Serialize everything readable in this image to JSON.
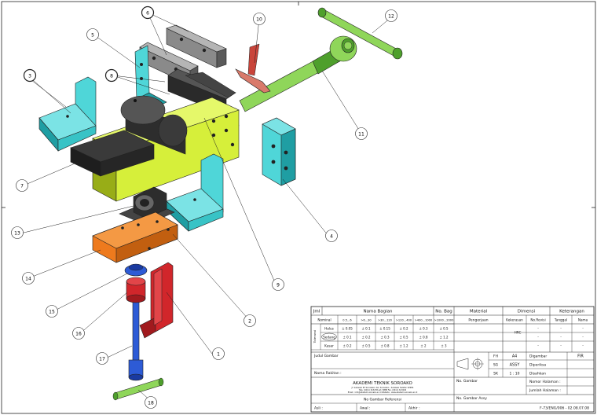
{
  "drawing": {
    "balloons": [
      "1",
      "2",
      "3",
      "4",
      "5",
      "6",
      "7",
      "8",
      "9",
      "10",
      "11",
      "12",
      "13",
      "14",
      "15",
      "16",
      "17",
      "18"
    ]
  },
  "title_block": {
    "jml": "Jml",
    "nama_bagian": "Nama Bagian",
    "no_bag": "No. Bag",
    "material": "Material",
    "dimensi": "Dimensi",
    "keterangan": "Keterangan",
    "tolerance_header": "Nominal",
    "tolerance_ranges": [
      "0.5...6",
      ">6...30",
      ">30...120",
      ">120...400",
      ">400...1000",
      ">1000...2000"
    ],
    "tolerance_label": "Toleransi",
    "tolerance_rows": [
      {
        "grade": "Halus",
        "values": [
          "± 0.05",
          "± 0.1",
          "± 0.15",
          "± 0.2",
          "± 0.3",
          "± 0.5"
        ]
      },
      {
        "grade": "Sedang",
        "values": [
          "± 0.1",
          "± 0.2",
          "± 0.3",
          "± 0.5",
          "± 0.8",
          "± 1.2"
        ]
      },
      {
        "grade": "Kasar",
        "values": [
          "± 0.2",
          "± 0.5",
          "± 0.8",
          "± 1.2",
          "± 2",
          "± 3"
        ]
      }
    ],
    "pengerjaan": "Pengerjaan",
    "kekerasan": "Kekerasan",
    "hrc": "HRC",
    "no_revisi": "No.Revisi",
    "tanggal": "Tanggal",
    "nama": "Nama",
    "dash": "-",
    "judul_gambar": "Judul Gambar",
    "digambar": "Digambar",
    "diperiksa": "Diperiksa",
    "disahkan": "Disahkan",
    "fir": "FIR",
    "fh": "FH",
    "fh_val": "A4",
    "sg": "SG",
    "sg_val": "ASSY",
    "sk": "SK",
    "sk_val": "1 : 10",
    "nama_rakitan": "Nama Rakitan :",
    "institution": "AKADEMI TEKNIK SOROAKO",
    "address_1": "Jl. Sulawesi 95 Sorowako, Kel. Sorowako - Sulawesi Selatan 92984",
    "address_2": "Telp. (0411) 613238 ext. 8888    Fax. (0411) 613240",
    "address_3": "Email : info@akademi-soroako.ac.id   Website : www.akademi-soroako.ac.id",
    "no_gambar": "No. Gambar",
    "nomor_halaman": "Nomor Halaman :",
    "jumlah_halaman": "Jumlah Halaman :",
    "no_gambar_referensi": "No Gambar Referensi",
    "no_gambar_assy": "No. Gambar Assy",
    "asli": "Asli :",
    "awal": "Awal :",
    "akhir": "Akhir :",
    "doc_code": "F-73/ENG/006  -  02.08.07.08"
  },
  "colors": {
    "green": "#8fd65a",
    "green_dark": "#4e9f2c",
    "yellow": "#d6ef3a",
    "yellow_dark": "#98ad17",
    "cyan": "#4fd6d8",
    "cyan_dark": "#1f9ea3",
    "grey": "#7a7a7a",
    "dark": "#2a2a2a",
    "orange": "#ee7a1d",
    "red": "#d1262b",
    "blue": "#2d5bd6",
    "salmon": "#d97a6b"
  }
}
